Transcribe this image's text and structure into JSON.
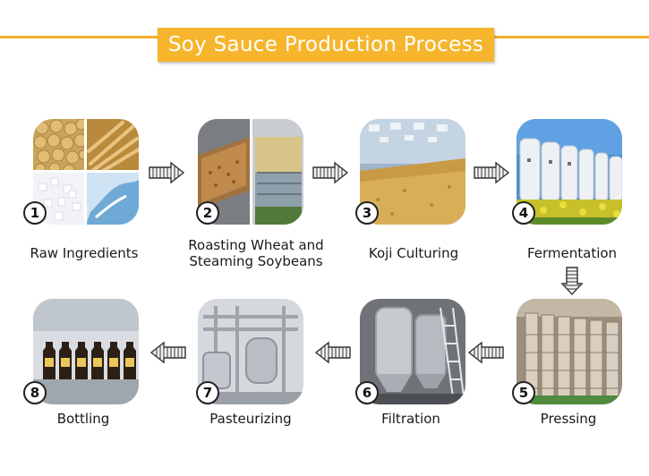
{
  "title": "Soy Sauce Production Process",
  "colors": {
    "accent": "#f6b52c",
    "text": "#1a1a1a",
    "arrow": "#333333"
  },
  "steps": [
    {
      "number": "1",
      "label": "Raw Ingredients"
    },
    {
      "number": "2",
      "label_line1": "Roasting Wheat and",
      "label_line2": "Steaming Soybeans"
    },
    {
      "number": "3",
      "label": "Koji Culturing"
    },
    {
      "number": "4",
      "label": "Fermentation"
    },
    {
      "number": "5",
      "label": "Pressing"
    },
    {
      "number": "6",
      "label": "Filtration"
    },
    {
      "number": "7",
      "label": "Pasteurizing"
    },
    {
      "number": "8",
      "label": "Bottling"
    }
  ]
}
